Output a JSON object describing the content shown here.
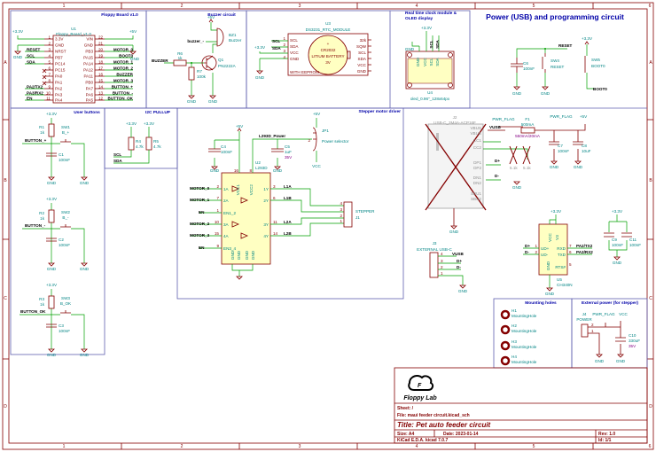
{
  "sheet": {
    "col_markers": [
      "1",
      "2",
      "3",
      "4",
      "5",
      "6"
    ],
    "row_markers": [
      "A",
      "B",
      "C",
      "D"
    ]
  },
  "floppy": {
    "title": "Floppy Board v1.0",
    "ref": "U1",
    "value": "Floppy_Board_v1.0",
    "pwr_left": "+3.3V",
    "pwr_right": "+5V",
    "gnd": "GND",
    "left_pins": [
      {
        "num": "1",
        "name": "3.3V",
        "net": ""
      },
      {
        "num": "2",
        "name": "GND",
        "net": ""
      },
      {
        "num": "3",
        "name": "NRST",
        "net": "RESET"
      },
      {
        "num": "4",
        "name": "PB7",
        "net": "SCL"
      },
      {
        "num": "5",
        "name": "PC14",
        "net": "SDA"
      },
      {
        "num": "6",
        "name": "PC15",
        "net": ""
      },
      {
        "num": "7",
        "name": "PA0",
        "net": ""
      },
      {
        "num": "8",
        "name": "PA1",
        "net": ""
      },
      {
        "num": "9",
        "name": "PA2",
        "net": "PA2/TX2"
      },
      {
        "num": "10",
        "name": "PA3",
        "net": "PA3/RX2"
      },
      {
        "num": "11",
        "name": "PA4",
        "net": "EN"
      }
    ],
    "right_pins": [
      {
        "num": "22",
        "name": "VIN",
        "net": ""
      },
      {
        "num": "21",
        "name": "GND",
        "net": ""
      },
      {
        "num": "20",
        "name": "PB3",
        "net": "MOTOR_0"
      },
      {
        "num": "19",
        "name": "PA15",
        "net": "BOOT0"
      },
      {
        "num": "18",
        "name": "PA14",
        "net": "MOTOR_1"
      },
      {
        "num": "17",
        "name": "PA12",
        "net": "MOTOR_2"
      },
      {
        "num": "16",
        "name": "PA11",
        "net": "BUZZER"
      },
      {
        "num": "15",
        "name": "PB0",
        "net": "MOTOR_3"
      },
      {
        "num": "14",
        "name": "PA7",
        "net": "BUTTON_+"
      },
      {
        "num": "13",
        "name": "PA6",
        "net": "BUTTON_-"
      },
      {
        "num": "12",
        "name": "PA5",
        "net": "BUTTON_OK"
      }
    ]
  },
  "buzzer": {
    "title": "Buzzer circuit",
    "pwr": "+5V",
    "bz_ref": "BZ1",
    "bz_value": "Buzzer",
    "bz_net": "buzzer_-",
    "in_net": "BUZZER",
    "r6_ref": "R6",
    "r6_value": "1k",
    "r7_ref": "R7",
    "r7_value": "100k",
    "q_ref": "Q1",
    "q_value": "PN2222A",
    "gnd": "GND"
  },
  "rtc": {
    "ref": "U3",
    "value": "DS3231_RTC_MODULE",
    "pwr": "+3.3V",
    "gnd": "GND",
    "nets": [
      "SCL",
      "SDA"
    ],
    "left_pins": [
      {
        "num": "1",
        "name": "SCL"
      },
      {
        "num": "2",
        "name": "SDA"
      },
      {
        "num": "3",
        "name": "VCC"
      },
      {
        "num": "4",
        "name": "GND"
      }
    ],
    "right_pins": [
      "32k",
      "SQW",
      "SCL",
      "SDA",
      "VCC",
      "GND"
    ],
    "battery": [
      "+",
      "CR2032",
      "LITIUM BATTERY",
      "3V"
    ],
    "footer": "WITH EEPROM"
  },
  "oled": {
    "title_1": "Real time clock module &",
    "title_2": "OLED display",
    "pwr": "+3.3V",
    "gnd": "GND",
    "nets": [
      "SCL",
      "SDA"
    ],
    "pins": [
      "GND",
      "VCC",
      "SCL",
      "SDA"
    ],
    "ref": "U4",
    "value": "oled_0.96\"_128x64px"
  },
  "power": {
    "title": "Power (USB) and programming circuit",
    "reset_net": "RESET",
    "c6_ref": "C6",
    "c6_value": "100nF",
    "sw4_ref": "SW4",
    "sw4_value": "RESET",
    "pwr": "+3.3V",
    "sw5_ref": "SW5",
    "sw5_value": "BOOT0",
    "boot_net": "BOOT0",
    "gnd": "GND"
  },
  "buttons": {
    "title": "User buttons",
    "items": [
      {
        "pwr": "+3.3V",
        "r_ref": "R1",
        "r_val": "1k",
        "sw_ref": "SW1",
        "sw_val": "B_+",
        "net": "BUTTON_+",
        "c_ref": "C1",
        "c_val": "100nF",
        "gnd": "GND"
      },
      {
        "pwr": "+3.3V",
        "r_ref": "R2",
        "r_val": "1k",
        "sw_ref": "SW2",
        "sw_val": "B_-",
        "net": "BUTTON_-",
        "c_ref": "C2",
        "c_val": "100nF",
        "gnd": "GND"
      },
      {
        "pwr": "+3.3V",
        "r_ref": "R3",
        "r_val": "1k",
        "sw_ref": "SW3",
        "sw_val": "B_OK",
        "net": "BUTTON_OK",
        "c_ref": "C3",
        "c_val": "100nF",
        "gnd": "GND"
      }
    ]
  },
  "i2c": {
    "title": "I2C PULLUP",
    "pwr": "+3.3V",
    "r4_ref": "R4",
    "r4_val": "4.7k",
    "r5_ref": "R5",
    "r5_val": "4.7k",
    "scl": "SCL",
    "sda": "SDA"
  },
  "stepper": {
    "title": "Stepper motor driver",
    "pwr": "+5V",
    "c4_ref": "C4",
    "c4_val": "100nF",
    "power_net": "L293D_Power",
    "c5_ref": "C5",
    "c5_val": "1uF",
    "c5_volt": "35V",
    "jp_ref": "JP1",
    "jp_val": "Power selector",
    "jp_pins": [
      "1",
      "2",
      "3"
    ],
    "vcc": "VCC",
    "gnd": "GND",
    "u_ref": "U2",
    "u_val": "L293D",
    "top_pins": [
      {
        "num": "16",
        "name": "VCC1"
      },
      {
        "num": "8",
        "name": "VCC2"
      }
    ],
    "bottom_pins": [
      "GND",
      "GND",
      "GND",
      "GND"
    ],
    "inputs": [
      {
        "net": "MOTOR_0",
        "num": "2",
        "name": "1A"
      },
      {
        "net": "MOTOR_1",
        "num": "7",
        "name": "2A"
      },
      {
        "net": "EN",
        "num": "1",
        "name": "EN1_2"
      },
      {
        "net": "MOTOR_2",
        "num": "10",
        "name": "3A"
      },
      {
        "net": "MOTOR_3",
        "num": "15",
        "name": "4A"
      },
      {
        "net": "EN",
        "num": "9",
        "name": "EN3_4"
      }
    ],
    "outputs": [
      {
        "num": "3",
        "name": "1Y",
        "net": "L1A"
      },
      {
        "num": "6",
        "name": "2Y",
        "net": "L1B"
      },
      {
        "num": "11",
        "name": "3Y",
        "net": "L2A"
      },
      {
        "num": "14",
        "name": "4Y",
        "net": "L2B"
      }
    ],
    "j1_pins": [
      "4",
      "3",
      "2",
      "1"
    ],
    "j1_value": "STEPPER",
    "j1_ref": "J1"
  },
  "usb": {
    "j2_ref": "J2",
    "j2_value": "USB-C_2M4A-ACP16F",
    "j2_pins": [
      "VBUS",
      "VBUS",
      "CC1",
      "CC2",
      "DP1",
      "DP2",
      "DN1",
      "DN2",
      "SBU1",
      "SBU2"
    ],
    "vusb": "VUSB",
    "pwr_flag": "PWR_FLAG",
    "f_ref": "F1",
    "f_val": "500mA",
    "f_spec": "550mA/20mA",
    "pwr": "+5V",
    "c7_ref": "C7",
    "c7_val": "100nF",
    "c8_ref": "C8",
    "c8_val": "10uF",
    "dp": "D+",
    "dn": "D-",
    "r_cc": [
      "5.1k",
      "5.1k"
    ],
    "gnd": "GND"
  },
  "ext_usb": {
    "ref": "J3",
    "value": "EXTERNAL USB-C",
    "pins": [
      "4",
      "3",
      "2",
      "1"
    ],
    "nets": [
      "VUSB",
      "D+",
      "D-"
    ],
    "gnd": "GND"
  },
  "ch340": {
    "pwr": "+3.3V",
    "left_pins": [
      {
        "net": "D+",
        "num": "1",
        "name": "UD+"
      },
      {
        "net": "D-",
        "num": "2",
        "name": "UD-"
      }
    ],
    "right_pins": [
      {
        "num": "7",
        "name": "RXD",
        "net": "PA2/TX2"
      },
      {
        "num": "6",
        "name": "TXD",
        "net": "PA3/RX2"
      },
      {
        "num": "5",
        "name": "RTS#",
        "net": ""
      }
    ],
    "top_pins": [
      "VCC",
      "V3"
    ],
    "bottom_pin": "GND",
    "ref": "U5",
    "value": "CH340N",
    "gnd": "GND",
    "c9_ref": "C9",
    "c9_val": "100nF",
    "c11_ref": "C11",
    "c11_val": "100nF"
  },
  "mounting": {
    "title": "Mounting holes",
    "holes": [
      {
        "ref": "H1",
        "value": "MountingHole"
      },
      {
        "ref": "H2",
        "value": "MountingHole"
      },
      {
        "ref": "H3",
        "value": "MountingHole"
      },
      {
        "ref": "H4",
        "value": "MountingHole"
      }
    ]
  },
  "ext_power": {
    "title": "External power (for stepper)",
    "j_ref": "J4",
    "j_val": "POWER",
    "pins": [
      "2",
      "1"
    ],
    "pwr_flag": "PWR_FLAG",
    "vcc": "VCC",
    "c_ref": "C10",
    "c_val": "330uF",
    "c_volt": "35V",
    "gnd": "GND"
  },
  "title_block": {
    "logo_text": "Floppy Lab",
    "sheet": "Sheet: /",
    "file": "File: maui feeder circuit.kicad_sch",
    "title": "Title: Pet auto feeder circuit",
    "size": "Size: A4",
    "date": "Date: 2023-01-14",
    "rev": "Rev: 1.0",
    "tool": "KiCad E.D.A.  kicad 7.0.7",
    "id": "Id: 1/1"
  },
  "colors": {
    "wire": "#00a000",
    "component": "#840000",
    "field_text": "#008484",
    "section_title": "#0000a8",
    "ic_fill": "#ffffc2"
  }
}
